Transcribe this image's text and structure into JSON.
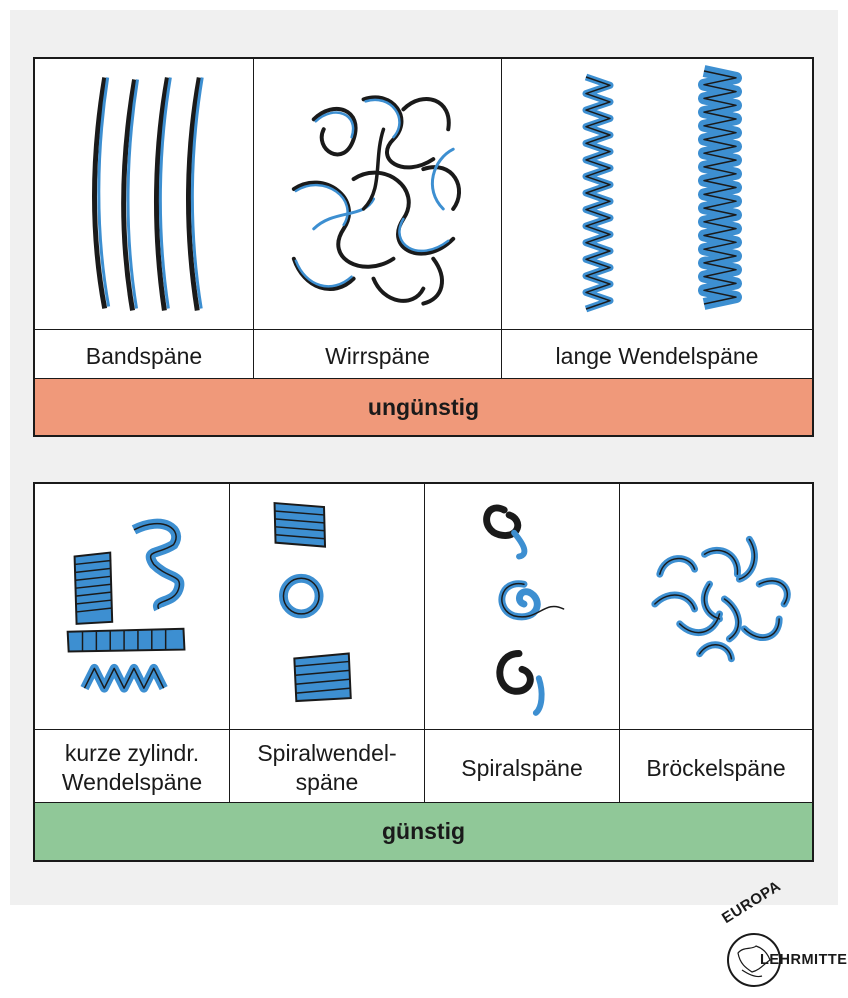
{
  "unfavorable_table": {
    "labels": [
      "Bandspäne",
      "Wirrspäne",
      "lange Wendelspäne"
    ],
    "verdict": "ungünstig",
    "verdict_color": "#f0997a"
  },
  "favorable_table": {
    "labels": [
      "kurze zylindr.\nWendelspäne",
      "Spiralwendel-\nspäne",
      "Spiralspäne",
      "Bröckelspäne"
    ],
    "verdict": "günstig",
    "verdict_color": "#90c898"
  },
  "chip_color": "#3d8fd1",
  "logo": {
    "top": "EUROPA",
    "bottom": "LEHRMITTEL"
  }
}
